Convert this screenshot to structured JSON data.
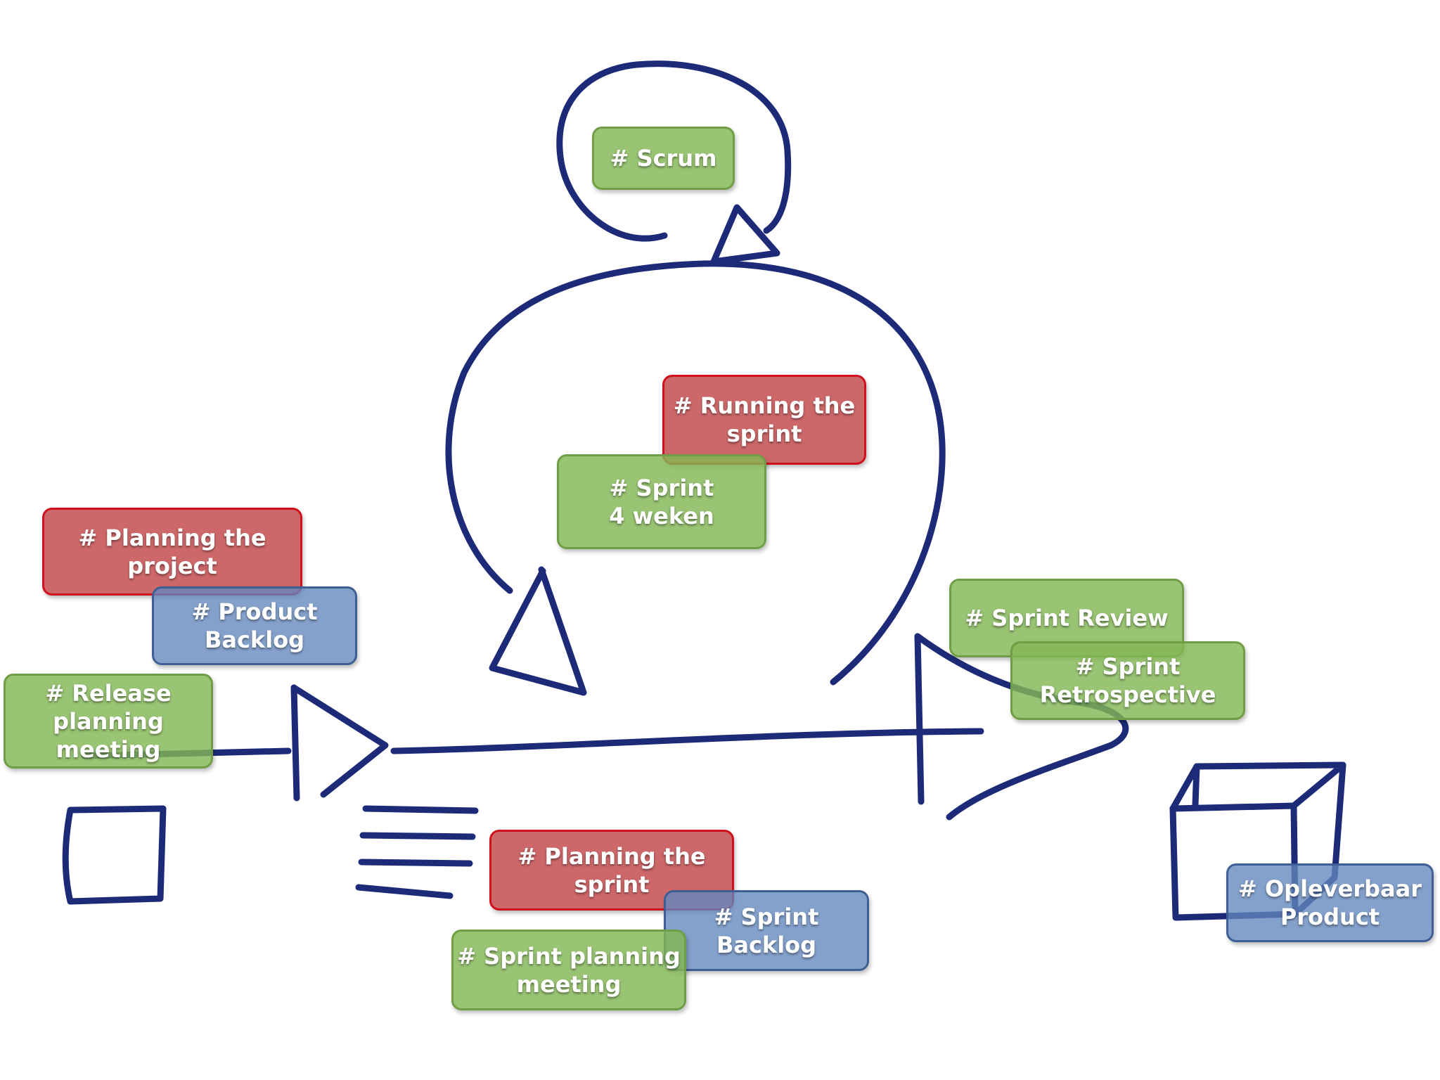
{
  "colors": {
    "ink": "#1d2a78",
    "green": "#82b754",
    "red": "#c44e50",
    "blue": "#6286be"
  },
  "labels": {
    "scrum": [
      "# Scrum"
    ],
    "running_sprint": [
      "# Running the",
      "sprint"
    ],
    "sprint_4_weken": [
      "# Sprint",
      "4 weken"
    ],
    "planning_project": [
      "# Planning the",
      "project"
    ],
    "product_backlog": [
      "# Product",
      "Backlog"
    ],
    "release_planning": [
      "# Release",
      "planning",
      "meeting"
    ],
    "sprint_review": [
      "# Sprint Review"
    ],
    "sprint_retrospective": [
      "# Sprint",
      "Retrospective"
    ],
    "planning_sprint": [
      "# Planning the",
      "sprint"
    ],
    "sprint_backlog": [
      "# Sprint",
      "Backlog"
    ],
    "sprint_planning_meeting": [
      "# Sprint planning",
      "meeting"
    ],
    "opleverbaar_product": [
      "# Opleverbaar",
      "Product"
    ]
  }
}
